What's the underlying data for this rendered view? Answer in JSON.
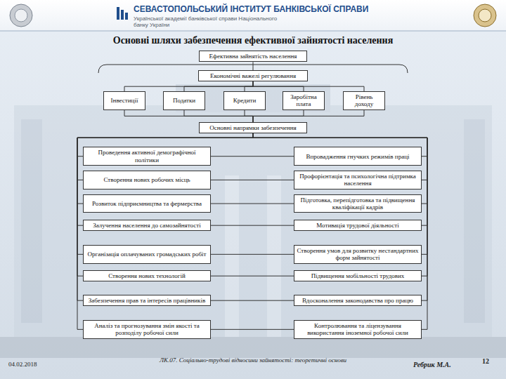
{
  "diagram": {
    "title": "Основні шляхи забезпечення ефективної зайнятості населення",
    "nodes": [
      {
        "text": [
          "Ефективна зайнятість населення"
        ]
      },
      {
        "text": [
          "Економічні важелі регулювання"
        ]
      },
      {
        "text": [
          "Інвестиції"
        ]
      },
      {
        "text": [
          "Податки"
        ]
      },
      {
        "text": [
          "Кредити"
        ]
      },
      {
        "text": [
          "Заробітна плата"
        ]
      },
      {
        "text": [
          "Рівень доходу"
        ]
      },
      {
        "text": [
          "Основні напрямки забезпечення"
        ]
      },
      {
        "text": [
          "Проведення активної демографічної політики"
        ]
      },
      {
        "text": [
          "Впровадження гнучких режимів праці"
        ]
      },
      {
        "text": [
          "Створення нових робочих місць"
        ]
      },
      {
        "text": [
          "Профорієнтація та психологічна підтримка населення"
        ]
      },
      {
        "text": [
          "Розвиток підприємництва та фермерства"
        ]
      },
      {
        "text": [
          "Підготовка, перепідготовка та підвищення кваліфікації кадрів"
        ]
      },
      {
        "text": [
          "Залучення населення до самозайнятості"
        ]
      },
      {
        "text": [
          "Мотивація трудової діяльності"
        ]
      },
      {
        "text": [
          "Організація оплачуваних громадських робіт"
        ]
      },
      {
        "text": [
          "Створення умов для розвитку нестандартних форм зайнятості"
        ]
      },
      {
        "text": [
          "Створення нових технологій"
        ]
      },
      {
        "text": [
          "Підвищення мобільності трудових"
        ]
      },
      {
        "text": [
          "Забезпечення прав та інтересів працівників"
        ]
      },
      {
        "text": [
          "Вдосконалення законодавства про працю"
        ]
      },
      {
        "text": [
          "Аналіз та прогнозування змін якості та розподілу робочої сили"
        ]
      },
      {
        "text": [
          "Контролювання та ліцензування використання іноземної робочої сили"
        ]
      }
    ],
    "edges": [
      {
        "from": 0,
        "to": 1,
        "arrow": "none"
      },
      {
        "from": 1,
        "to": 2,
        "arrow": "none"
      },
      {
        "from": 1,
        "to": 3,
        "arrow": "none"
      },
      {
        "from": 1,
        "to": 4,
        "arrow": "none"
      },
      {
        "from": 1,
        "to": 5,
        "arrow": "none"
      },
      {
        "from": 1,
        "to": 6,
        "arrow": "none"
      },
      {
        "from": 2,
        "to": 7,
        "arrow": "none"
      },
      {
        "from": 3,
        "to": 7,
        "arrow": "none"
      },
      {
        "from": 4,
        "to": 7,
        "arrow": "none"
      },
      {
        "from": 5,
        "to": 7,
        "arrow": "none"
      },
      {
        "from": 6,
        "to": 7,
        "arrow": "none"
      },
      {
        "from": 7,
        "to": 8,
        "arrow": "none"
      },
      {
        "from": 7,
        "to": 10,
        "arrow": "none"
      },
      {
        "from": 7,
        "to": 12,
        "arrow": "none"
      },
      {
        "from": 7,
        "to": 14,
        "arrow": "none"
      },
      {
        "from": 7,
        "to": 16,
        "arrow": "none"
      },
      {
        "from": 7,
        "to": 18,
        "arrow": "none"
      },
      {
        "from": 7,
        "to": 20,
        "arrow": "none"
      },
      {
        "from": 7,
        "to": 22,
        "arrow": "none"
      },
      {
        "from": 7,
        "to": 9,
        "arrow": "none"
      },
      {
        "from": 7,
        "to": 11,
        "arrow": "none"
      },
      {
        "from": 7,
        "to": 13,
        "arrow": "none"
      },
      {
        "from": 7,
        "to": 15,
        "arrow": "none"
      },
      {
        "from": 7,
        "to": 17,
        "arrow": "none"
      },
      {
        "from": 7,
        "to": 19,
        "arrow": "none"
      },
      {
        "from": 7,
        "to": 21,
        "arrow": "none"
      },
      {
        "from": 7,
        "to": 23,
        "arrow": "none"
      },
      {
        "from": 8,
        "to": 9,
        "arrow": "none"
      },
      {
        "from": 10,
        "to": 11,
        "arrow": "none"
      },
      {
        "from": 12,
        "to": 13,
        "arrow": "none"
      },
      {
        "from": 14,
        "to": 15,
        "arrow": "none"
      },
      {
        "from": 16,
        "to": 17,
        "arrow": "none"
      },
      {
        "from": 18,
        "to": 19,
        "arrow": "none"
      },
      {
        "from": 20,
        "to": 21,
        "arrow": "none"
      },
      {
        "from": 22,
        "to": 23,
        "arrow": "none"
      }
    ],
    "labels": [
      "СЕВАСТОПОЛЬСЬКИЙ ІНСТИТУТ БАНКІВСЬКОЇ СПРАВИ",
      "Української академії банківської справи Національного банку України",
      "04.02.2018",
      "ЛК.07. Соціально-трудові відносини зайнятості: теоретичні основи",
      "Ребрик М.А.",
      "12"
    ]
  }
}
